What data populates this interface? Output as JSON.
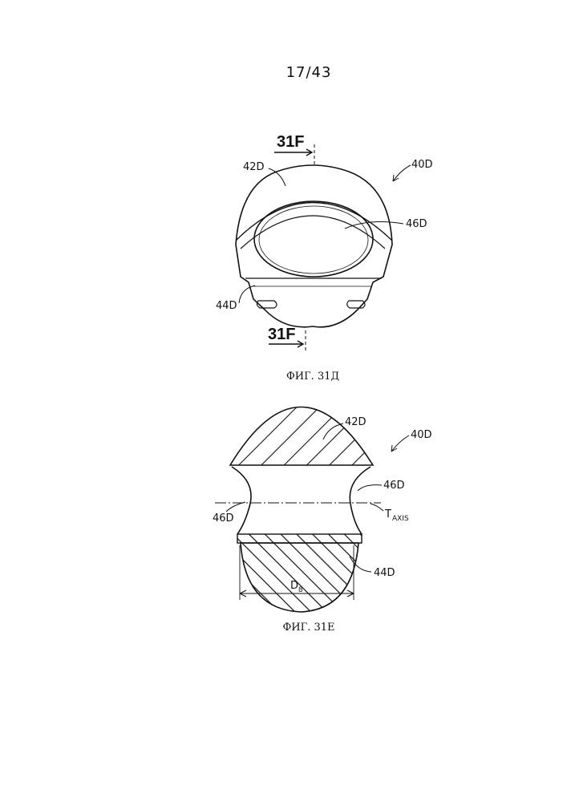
{
  "page_number": "17/43",
  "figure_31d": {
    "caption": "ФИГ. 31Д",
    "section_top": "31F",
    "section_bottom": "31F",
    "ref_assembly": "40D",
    "ref_upper": "42D",
    "ref_opening": "46D",
    "ref_lower": "44D"
  },
  "figure_31e": {
    "caption": "ФИГ. 31Е",
    "ref_assembly": "40D",
    "ref_upper": "42D",
    "ref_opening_right": "46D",
    "ref_opening_left": "46D",
    "axis_label": "T",
    "axis_sub": "AXIS",
    "ref_lower": "44D",
    "dimension_label": "D",
    "dimension_sub": "8"
  }
}
